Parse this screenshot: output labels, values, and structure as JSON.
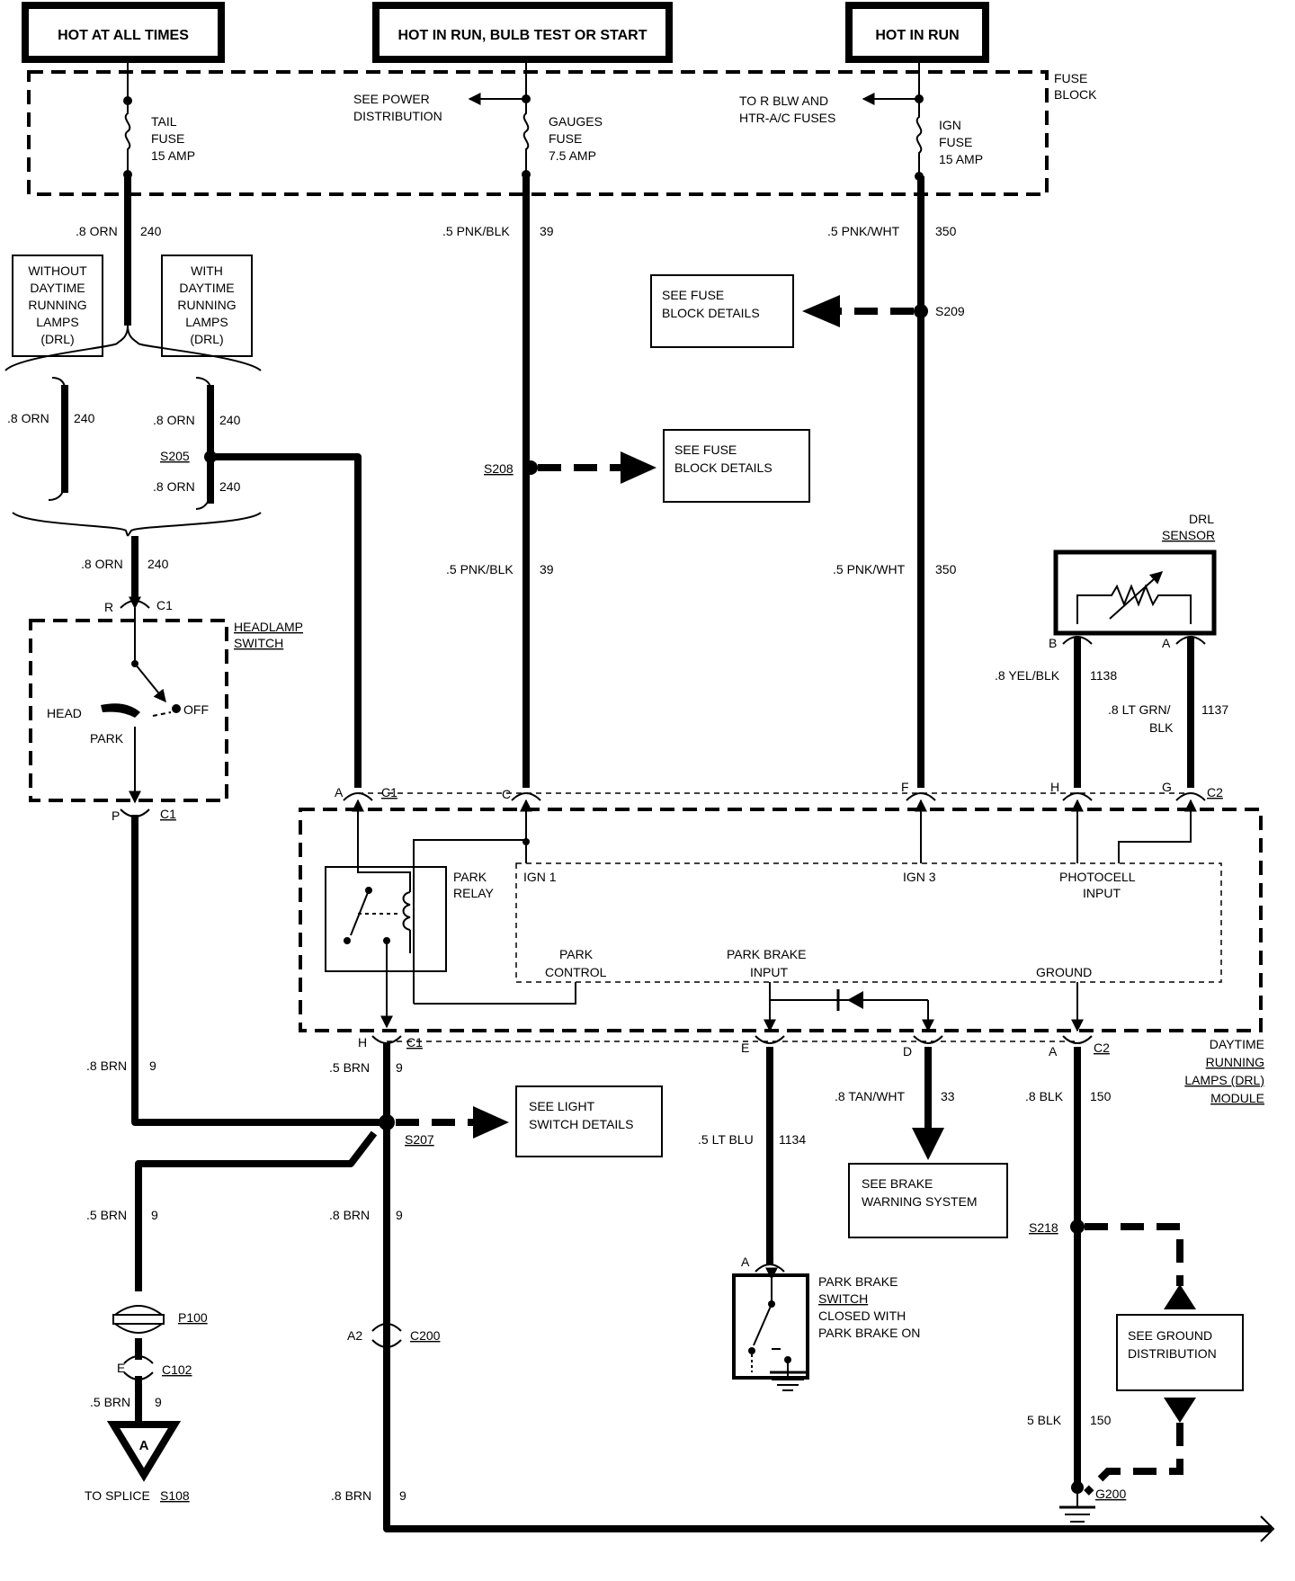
{
  "sources": {
    "hot_always": "HOT AT ALL TIMES",
    "hot_run_bulb_start": "HOT IN RUN, BULB TEST OR START",
    "hot_run": "HOT IN RUN"
  },
  "fuse_block": {
    "label_1": "FUSE",
    "label_2": "BLOCK",
    "tail_fuse": [
      "TAIL",
      "FUSE",
      "15 AMP"
    ],
    "gauges_fuse": [
      "GAUGES",
      "FUSE",
      "7.5 AMP"
    ],
    "ign_fuse": [
      "IGN",
      "FUSE",
      "15 AMP"
    ],
    "see_power": [
      "SEE POWER",
      "DISTRIBUTION"
    ],
    "to_blw": [
      "TO R BLW AND",
      "HTR-A/C FUSES"
    ]
  },
  "options": {
    "without_drl": [
      "WITHOUT",
      "DAYTIME",
      "RUNNING",
      "LAMPS",
      "(DRL)"
    ],
    "with_drl": [
      "WITH",
      "DAYTIME",
      "RUNNING",
      "LAMPS",
      "(DRL)"
    ]
  },
  "wires": {
    "orn_08": ".8 ORN",
    "c240": "240",
    "pnkblk_05": ".5 PNK/BLK",
    "c39": "39",
    "pnkwht_05": ".5 PNK/WHT",
    "c350": "350",
    "yelblk_08": ".8 YEL/BLK",
    "c1138": "1138",
    "ltgrn_08": ".8 LT GRN/",
    "blk_suffix": "BLK",
    "c1137": "1137",
    "brn_08": ".8 BRN",
    "brn_05": ".5 BRN",
    "c9": "9",
    "ltblu_05": ".5 LT BLU",
    "c1134": "1134",
    "tanwht_08": ".8 TAN/WHT",
    "c33": "33",
    "blk_08": ".8 BLK",
    "blk_5": "5 BLK",
    "c150": "150"
  },
  "splices": {
    "s205": "S205",
    "s207": "S207",
    "s208": "S208",
    "s209": "S209",
    "s218": "S218",
    "p100": "P100",
    "g200": "G200"
  },
  "connectors": {
    "c1": "C1",
    "c2": "C2",
    "c102": "C102",
    "c200": "C200",
    "r": "R",
    "p": "P",
    "a": "A",
    "c": "C",
    "f": "F",
    "h": "H",
    "g": "G",
    "b": "B",
    "e": "E",
    "d": "D",
    "a2": "A2"
  },
  "refs": {
    "fuse_details": [
      "SEE FUSE",
      "BLOCK DETAILS"
    ],
    "light_switch": [
      "SEE LIGHT",
      "SWITCH DETAILS"
    ],
    "brake_warning": [
      "SEE BRAKE",
      "WARNING SYSTEM"
    ],
    "ground_dist": [
      "SEE GROUND",
      "DISTRIBUTION"
    ],
    "to_splice_prefix": "TO SPLICE ",
    "to_splice_id": "S108",
    "off_page": "A"
  },
  "headlamp_switch": {
    "title": [
      "HEADLAMP",
      "SWITCH"
    ],
    "head": "HEAD",
    "park": "PARK",
    "off": "OFF"
  },
  "drl_sensor": [
    "DRL",
    "SENSOR"
  ],
  "module": {
    "title": [
      "DAYTIME",
      "RUNNING",
      "LAMPS (DRL)",
      "MODULE"
    ],
    "park_relay": [
      "PARK",
      "RELAY"
    ],
    "ign1": "IGN 1",
    "ign3": "IGN 3",
    "photocell": [
      "PHOTOCELL",
      "INPUT"
    ],
    "park_control": [
      "PARK",
      "CONTROL"
    ],
    "park_brake_input": [
      "PARK BRAKE",
      "INPUT"
    ],
    "ground": "GROUND"
  },
  "park_brake_switch": [
    "PARK BRAKE",
    "SWITCH",
    "CLOSED WITH",
    "PARK BRAKE ON"
  ]
}
